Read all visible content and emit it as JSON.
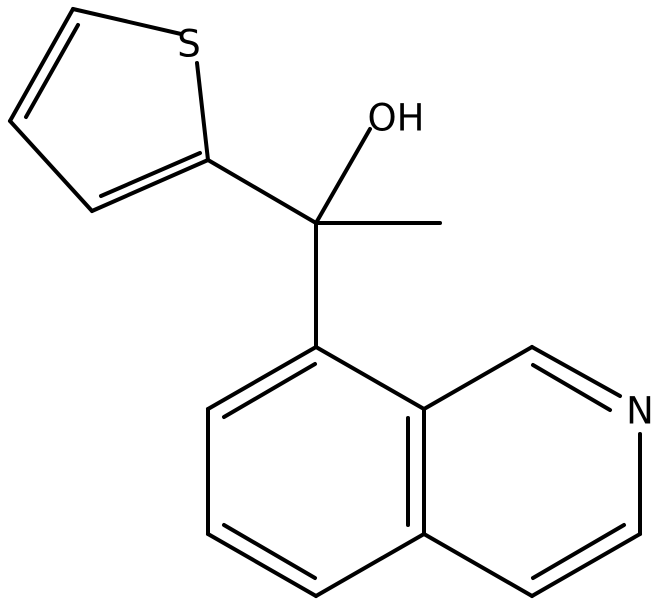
{
  "labels": {
    "sulfur": "S",
    "hydroxyl": "OH",
    "nitrogen": "N"
  },
  "colors": {
    "background": "#ffffff",
    "bond": "#000000",
    "text": "#000000"
  }
}
